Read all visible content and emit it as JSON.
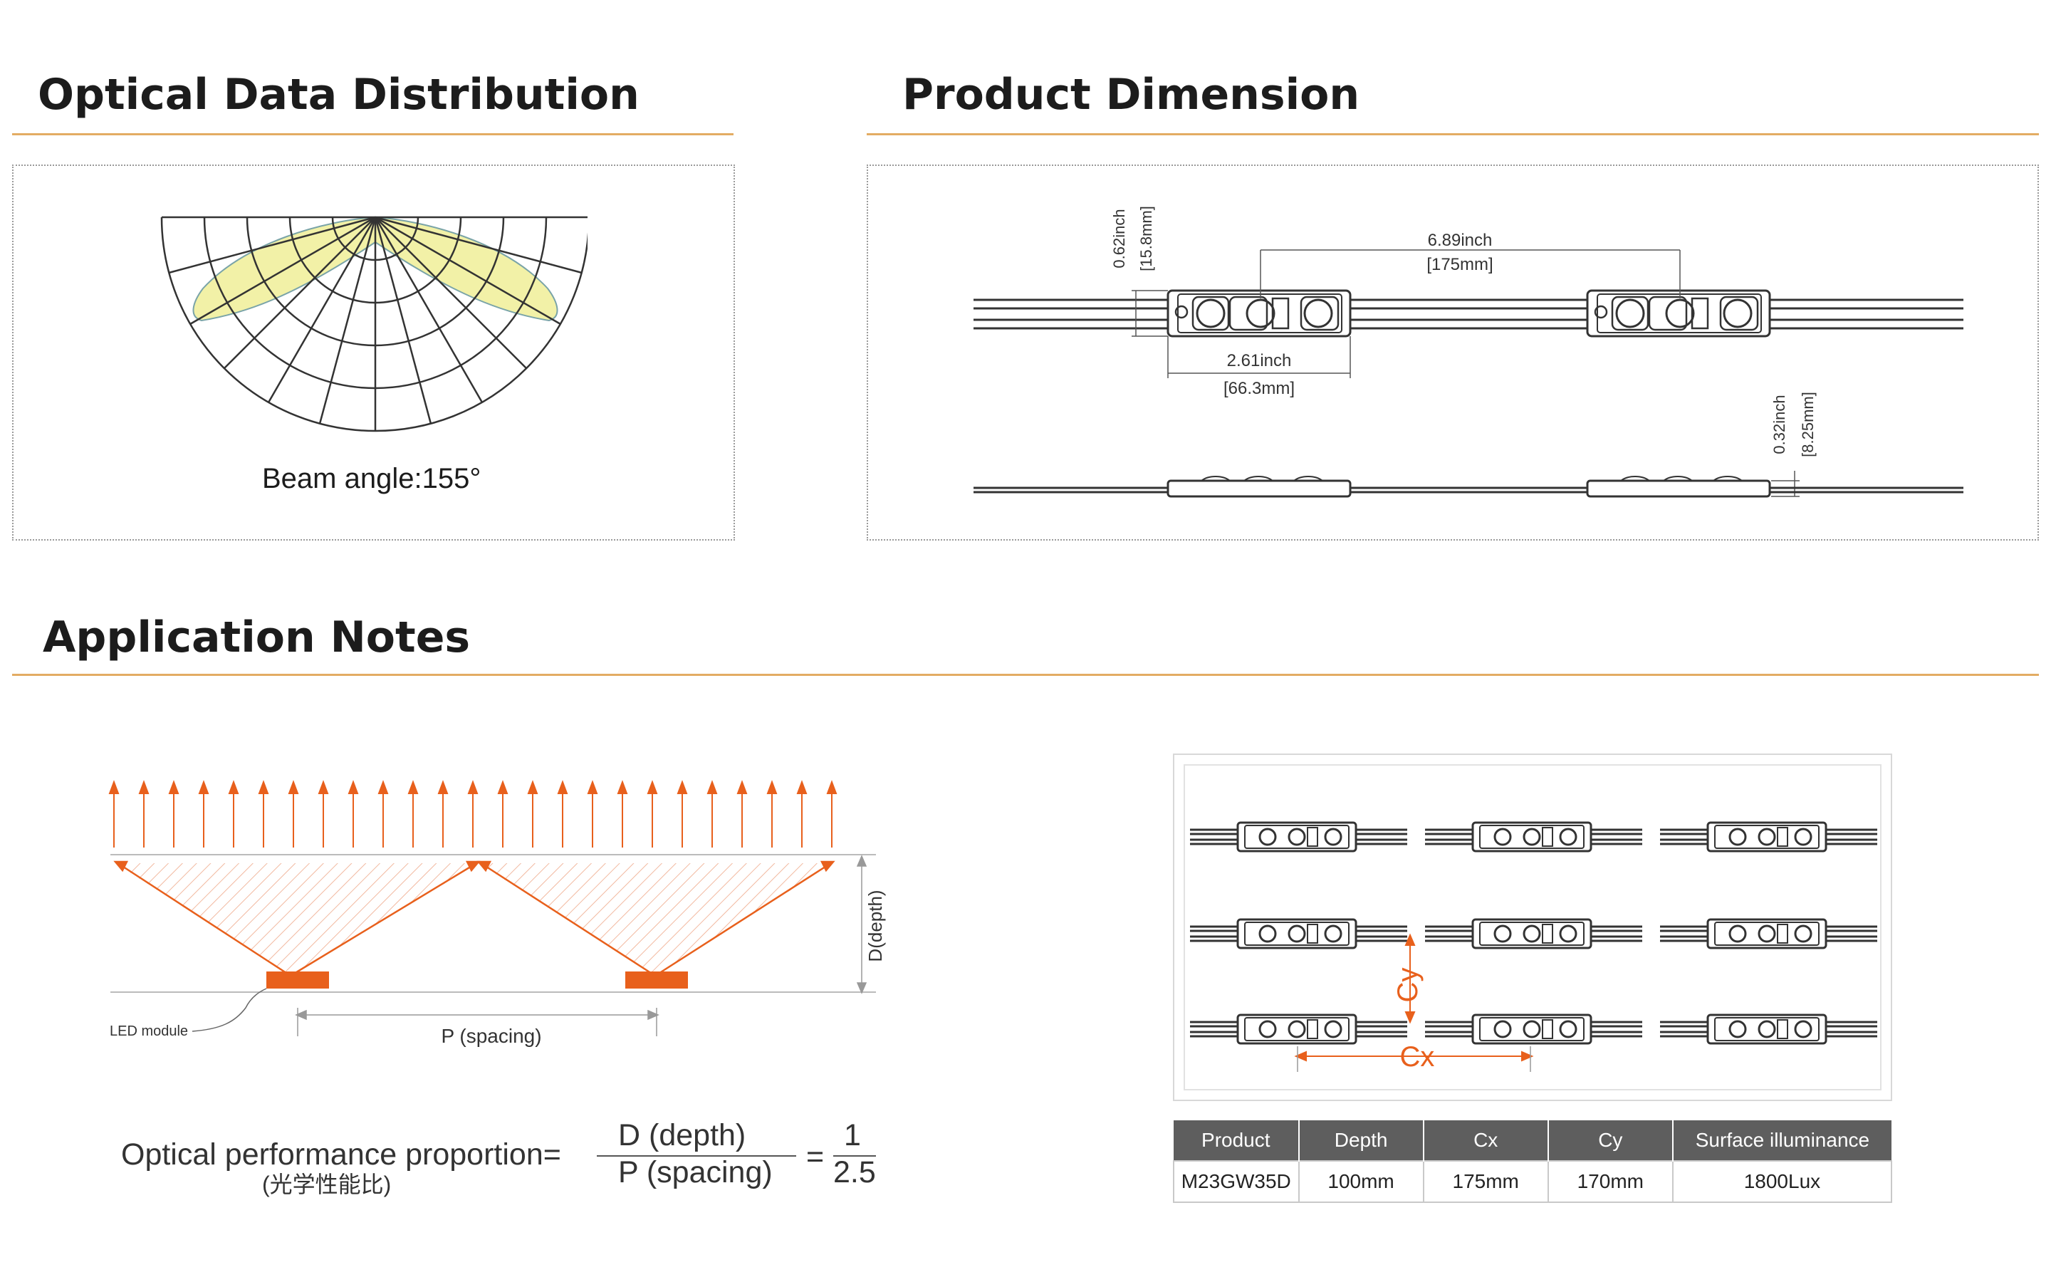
{
  "sections": {
    "optical": {
      "title": "Optical Data Distribution",
      "beam_angle": "Beam angle:155°"
    },
    "dimension": {
      "title": "Product Dimension",
      "height_inch": "0.62inch",
      "height_mm": "[15.8mm]",
      "pitch_inch": "6.89inch",
      "pitch_mm": "[175mm]",
      "length_inch": "2.61inch",
      "length_mm": "[66.3mm]",
      "thickness_inch": "0.32inch",
      "thickness_mm": "[8.25mm]"
    },
    "application": {
      "title": "Application Notes",
      "depth_label": "D(depth)",
      "led_label": "LED module",
      "spacing_label": "P (spacing)",
      "formula_lead": "Optical performance proportion=",
      "formula_sub": "(光学性能比)",
      "formula_num": "D (depth)",
      "formula_den": "P (spacing)",
      "formula_eq": "=",
      "ratio_num": "1",
      "ratio_den": "2.5",
      "cy_label": "Cy",
      "cx_label": "Cx"
    }
  },
  "table": {
    "headers": [
      "Product",
      "Depth",
      "Cx",
      "Cy",
      "Surface illuminance"
    ],
    "row": [
      "M23GW35D",
      "100mm",
      "175mm",
      "170mm",
      "1800Lux"
    ]
  },
  "colors": {
    "accent_rule": "#e3ac63",
    "led_orange": "#e8601c",
    "beam_yellow": "#f2f1a7",
    "table_header": "#5e5e5e"
  }
}
